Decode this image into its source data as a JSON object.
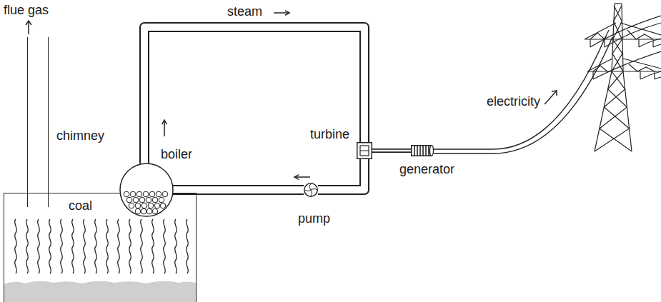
{
  "diagram": {
    "nodes": [
      {
        "text": [
          "coal"
        ]
      },
      {
        "text": [
          "chimney"
        ]
      },
      {
        "text": [
          "boiler"
        ]
      },
      {
        "text": [
          "turbine"
        ]
      },
      {
        "text": [
          "pump"
        ]
      },
      {
        "text": [
          "generator"
        ]
      }
    ],
    "edges": [
      {
        "from": 2,
        "to": 3,
        "label": "steam",
        "arrow": "to"
      },
      {
        "from": 3,
        "to": 4,
        "arrow": "to"
      },
      {
        "from": 4,
        "to": 2,
        "arrow": "none"
      },
      {
        "from": 3,
        "to": 5,
        "arrow": "none"
      }
    ],
    "labels": [
      "flue gas",
      "electricity"
    ]
  }
}
